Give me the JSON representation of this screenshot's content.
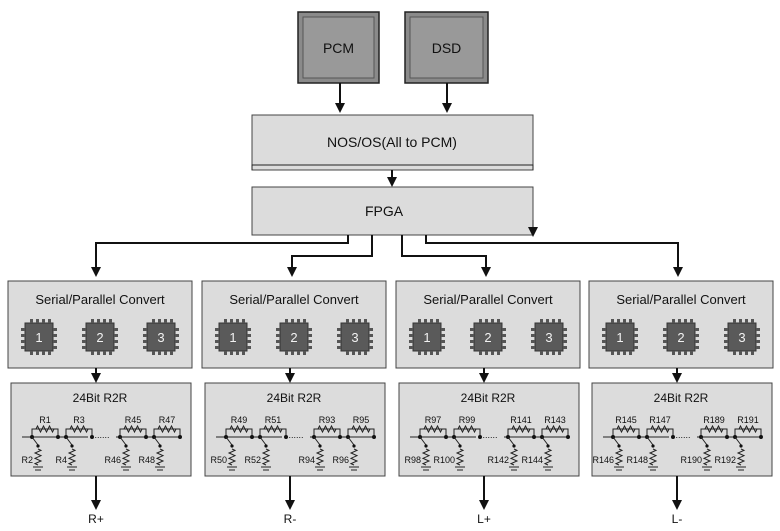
{
  "sources": [
    {
      "label": "PCM"
    },
    {
      "label": "DSD"
    }
  ],
  "nos_block": {
    "label": "NOS/OS(All to PCM)"
  },
  "fpga_block": {
    "label": "FPGA"
  },
  "channels": [
    {
      "convert_label": "Serial/Parallel Convert",
      "chips": [
        "1",
        "2",
        "3"
      ],
      "r2r_title": "24Bit R2R",
      "series_resistors": [
        "R1",
        "R3",
        "R45",
        "R47"
      ],
      "shunt_resistors": [
        "R2",
        "R4",
        "R46",
        "R48"
      ],
      "output": "R+"
    },
    {
      "convert_label": "Serial/Parallel Convert",
      "chips": [
        "1",
        "2",
        "3"
      ],
      "r2r_title": "24Bit R2R",
      "series_resistors": [
        "R49",
        "R51",
        "R93",
        "R95"
      ],
      "shunt_resistors": [
        "R50",
        "R52",
        "R94",
        "R96"
      ],
      "output": "R-"
    },
    {
      "convert_label": "Serial/Parallel Convert",
      "chips": [
        "1",
        "2",
        "3"
      ],
      "r2r_title": "24Bit R2R",
      "series_resistors": [
        "R97",
        "R99",
        "R141",
        "R143"
      ],
      "shunt_resistors": [
        "R98",
        "R100",
        "R142",
        "R144"
      ],
      "output": "L+"
    },
    {
      "convert_label": "Serial/Parallel Convert",
      "chips": [
        "1",
        "2",
        "3"
      ],
      "r2r_title": "24Bit R2R",
      "series_resistors": [
        "R145",
        "R147",
        "R189",
        "R191"
      ],
      "shunt_resistors": [
        "R146",
        "R148",
        "R190",
        "R192"
      ],
      "output": "L-"
    }
  ],
  "ladder_ellipsis": "......",
  "colors": {
    "block_fill": "#dcdcdc",
    "source_fill": "#8a8a8a",
    "chip_fill": "#5a5a5a",
    "line": "#111111"
  }
}
